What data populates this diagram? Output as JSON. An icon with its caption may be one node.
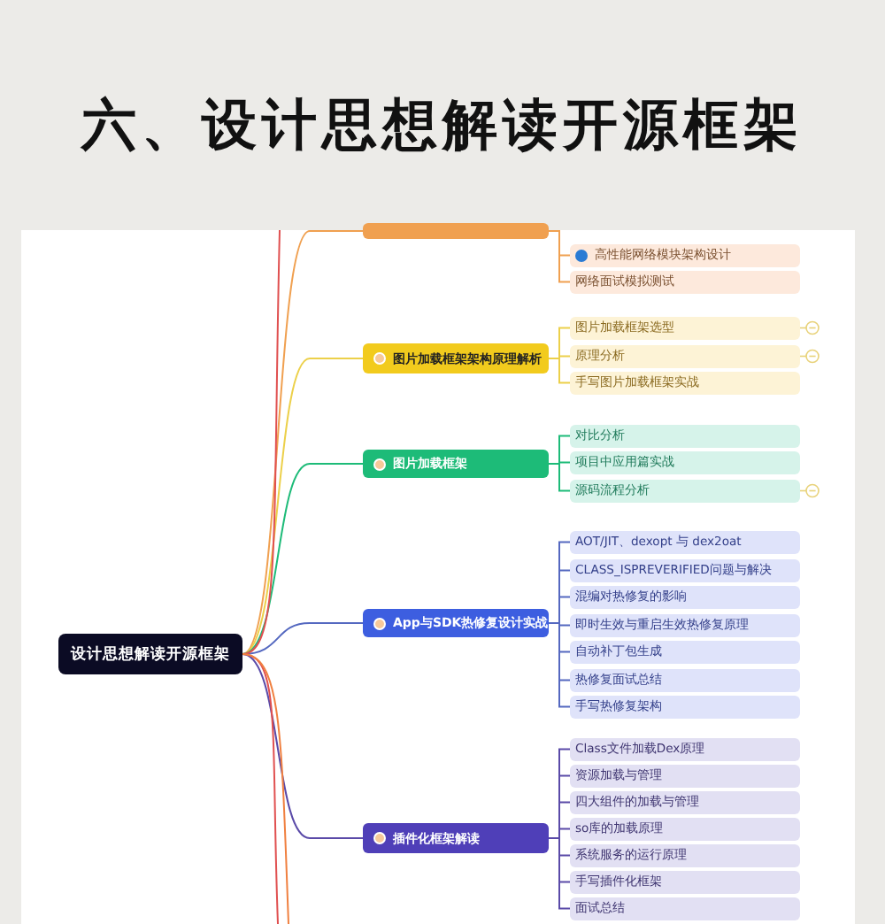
{
  "diagram": {
    "title": "六、设计思想解读开源框架",
    "nodes": [
      {
        "text": [
          "设计思想解读开源框架"
        ]
      },
      {
        "text": [],
        "shape": "box"
      },
      {
        "text": [
          "高性能网络模块架构设计"
        ]
      },
      {
        "text": [
          "网络面试模拟测试"
        ]
      },
      {
        "text": [
          "图片加载框架架构原理解析"
        ]
      },
      {
        "text": [
          "图片加载框架选型"
        ]
      },
      {
        "text": [
          "原理分析"
        ]
      },
      {
        "text": [
          "手写图片加载框架实战"
        ]
      },
      {
        "text": [
          "图片加载框架"
        ]
      },
      {
        "text": [
          "对比分析"
        ]
      },
      {
        "text": [
          "项目中应用篇实战"
        ]
      },
      {
        "text": [
          "源码流程分析"
        ]
      },
      {
        "text": [
          "App与SDK热修复设计实战"
        ]
      },
      {
        "text": [
          "AOT/JIT、dexopt 与 dex2oat"
        ]
      },
      {
        "text": [
          "CLASS_ISPREVERIFIED问题与解决"
        ]
      },
      {
        "text": [
          "混编对热修复的影响"
        ]
      },
      {
        "text": [
          "即时生效与重启生效热修复原理"
        ]
      },
      {
        "text": [
          "自动补丁包生成"
        ]
      },
      {
        "text": [
          "热修复面试总结"
        ]
      },
      {
        "text": [
          "手写热修复架构"
        ]
      },
      {
        "text": [
          "插件化框架解读"
        ]
      },
      {
        "text": [
          "Class文件加载Dex原理"
        ]
      },
      {
        "text": [
          "资源加载与管理"
        ]
      },
      {
        "text": [
          "四大组件的加载与管理"
        ]
      },
      {
        "text": [
          "so库的加载原理"
        ]
      },
      {
        "text": [
          "系统服务的运行原理"
        ]
      },
      {
        "text": [
          "手写插件化框架"
        ]
      },
      {
        "text": [
          "面试总结"
        ]
      }
    ],
    "edges": [
      {
        "from": 0,
        "to": 1,
        "arrow": "none",
        "color": "#f0a050"
      },
      {
        "from": 0,
        "to": 4,
        "arrow": "none",
        "color": "#ecd04a"
      },
      {
        "from": 0,
        "to": 8,
        "arrow": "none",
        "color": "#1dbb78"
      },
      {
        "from": 0,
        "to": 12,
        "arrow": "none",
        "color": "#5468c0"
      },
      {
        "from": 0,
        "to": 20,
        "arrow": "none",
        "color": "#5a4aa8"
      },
      {
        "from": 0,
        "to": null,
        "arrow": "none",
        "color": "#e05050"
      },
      {
        "from": 0,
        "to": null,
        "arrow": "none",
        "color": "#e05050"
      },
      {
        "from": 0,
        "to": null,
        "arrow": "none",
        "color": "#f08040"
      },
      {
        "from": 1,
        "to": 2,
        "arrow": "none",
        "color": "#f0a050"
      },
      {
        "from": 1,
        "to": 3,
        "arrow": "none",
        "color": "#f0a050"
      },
      {
        "from": 4,
        "to": 5,
        "arrow": "none",
        "color": "#ecd04a"
      },
      {
        "from": 4,
        "to": 6,
        "arrow": "none",
        "color": "#ecd04a"
      },
      {
        "from": 4,
        "to": 7,
        "arrow": "none",
        "color": "#ecd04a"
      },
      {
        "from": 8,
        "to": 9,
        "arrow": "none",
        "color": "#1dbb78"
      },
      {
        "from": 8,
        "to": 10,
        "arrow": "none",
        "color": "#1dbb78"
      },
      {
        "from": 8,
        "to": 11,
        "arrow": "none",
        "color": "#1dbb78"
      },
      {
        "from": 12,
        "to": 13,
        "arrow": "none",
        "color": "#5468c0"
      },
      {
        "from": 12,
        "to": 14,
        "arrow": "none",
        "color": "#5468c0"
      },
      {
        "from": 12,
        "to": 15,
        "arrow": "none",
        "color": "#5468c0"
      },
      {
        "from": 12,
        "to": 16,
        "arrow": "none",
        "color": "#5468c0"
      },
      {
        "from": 12,
        "to": 17,
        "arrow": "none",
        "color": "#5468c0"
      },
      {
        "from": 12,
        "to": 18,
        "arrow": "none",
        "color": "#5468c0"
      },
      {
        "from": 12,
        "to": 19,
        "arrow": "none",
        "color": "#5468c0"
      },
      {
        "from": 20,
        "to": 21,
        "arrow": "none",
        "color": "#5a4aa8"
      },
      {
        "from": 20,
        "to": 22,
        "arrow": "none",
        "color": "#5a4aa8"
      },
      {
        "from": 20,
        "to": 23,
        "arrow": "none",
        "color": "#5a4aa8"
      },
      {
        "from": 20,
        "to": 24,
        "arrow": "none",
        "color": "#5a4aa8"
      },
      {
        "from": 20,
        "to": 25,
        "arrow": "none",
        "color": "#5a4aa8"
      },
      {
        "from": 20,
        "to": 26,
        "arrow": "none",
        "color": "#5a4aa8"
      },
      {
        "from": 20,
        "to": 27,
        "arrow": "none",
        "color": "#5a4aa8"
      }
    ]
  }
}
